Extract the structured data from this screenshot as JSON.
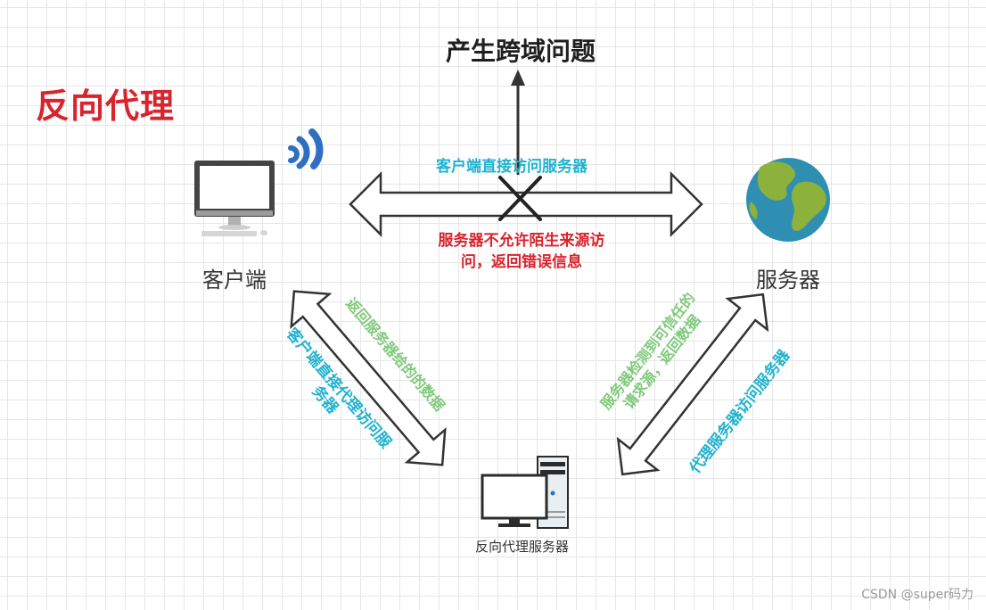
{
  "title": "反向代理",
  "top_issue": "产生跨域问题",
  "nodes": {
    "client": "客户端",
    "server": "服务器",
    "proxy": "反向代理服务器"
  },
  "edges": {
    "direct_access": "客户端直接访问服务器",
    "direct_reject_line1": "服务器不允许陌生来源访",
    "direct_reject_line2": "问，返回错误信息",
    "client_to_proxy_line1": "客户端直接代理访问服",
    "client_to_proxy_line2": "务器",
    "proxy_return_to_client": "返回服务器给的的数据",
    "server_detect_line1": "服务器检测到可信任的",
    "server_detect_line2": "请求源，返回数据",
    "proxy_to_server": "代理服务器访问服务器"
  },
  "watermark": "CSDN @super码力",
  "colors": {
    "title": "#d9232d",
    "cyan": "#1fb2cf",
    "red": "#d9232d",
    "green": "#7fc97a",
    "arrow_stroke": "#333333"
  }
}
